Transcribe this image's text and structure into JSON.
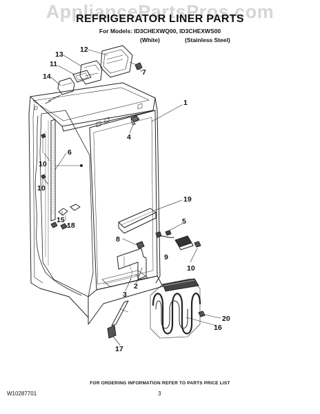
{
  "watermark": "AppliancePartsPros.com",
  "header": {
    "title": "REFRIGERATOR LINER PARTS",
    "models": "For Models: ID3CHEXWQ00, ID3CHEXWS00",
    "variant_white": "(White)",
    "variant_stainless": "(Stainless Steel)"
  },
  "callouts": [
    "1",
    "2",
    "3",
    "4",
    "5",
    "6",
    "7",
    "8",
    "9",
    "10",
    "10",
    "10",
    "11",
    "12",
    "13",
    "14",
    "15",
    "16",
    "17",
    "18",
    "19",
    "20"
  ],
  "footer": {
    "note": "FOR ORDERING INFORMATION REFER TO PARTS PRICE LIST",
    "doc_id": "W10287701",
    "page": "3"
  }
}
